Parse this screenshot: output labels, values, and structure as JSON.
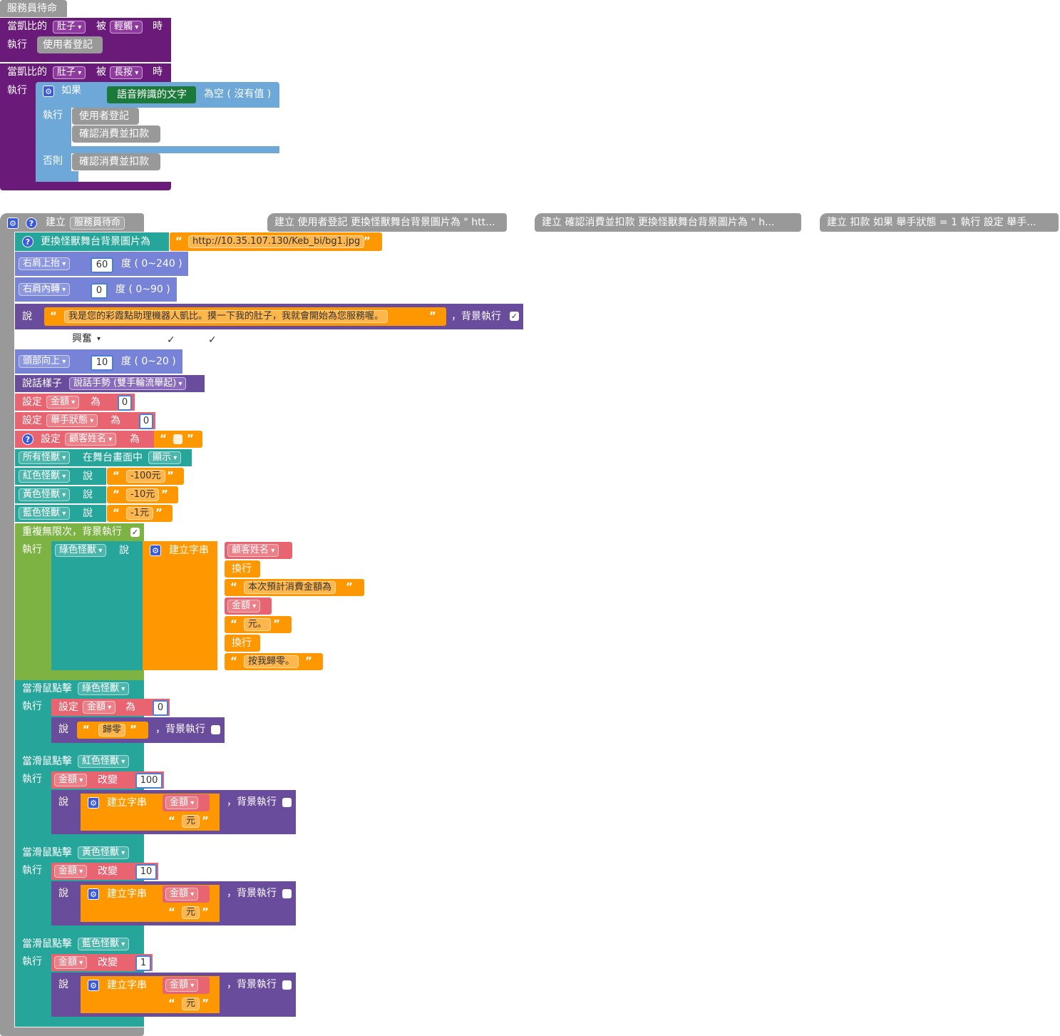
{
  "colors": {
    "event": "#6a1b7a",
    "procedure": "#999999",
    "control": "#6ea8d8",
    "text": "#ff9800",
    "voice": "#1b7a3a",
    "teal": "#26a69a",
    "servo": "#7783d6",
    "say": "#6a4c9c",
    "variable": "#e76470",
    "math": "#4a7fd6",
    "loop": "#7cb342"
  },
  "workspace": {
    "proc_label_top": "服務員待命",
    "event1": {
      "prefix": "當凱比的",
      "part": "肚子",
      "verb": "被",
      "gesture": "輕觸",
      "suffix": "時",
      "do": "執行",
      "call": "使用者登記"
    },
    "event2": {
      "prefix": "當凱比的",
      "part": "肚子",
      "verb": "被",
      "gesture": "長按",
      "suffix": "時",
      "do": "執行",
      "if_label": "如果",
      "voice_text": "語音辨識的文字",
      "is_empty": "為空 ( 沒有值 )",
      "then_label": "執行",
      "then_calls": [
        "使用者登記",
        "確認消費並扣款"
      ],
      "else_label": "否則",
      "else_call": "確認消費並扣款"
    },
    "collapsed": [
      "建立 使用者登記 更換怪獸舞台背景圖片為 \" htt...",
      "建立 確認消費並扣款 更換怪獸舞台背景圖片為 \" h...",
      "建立 扣款 如果 舉手狀態 = 1 執行 設定 舉手..."
    ],
    "procedure": {
      "define": "建立",
      "name": "服務員待命",
      "bg_label": "更換怪獸舞台背景圖片為",
      "bg_url": "http://10.35.107.130/Keb_bi/bg1.jpg",
      "servo1_joint": "右肩上抬",
      "servo1_value": "60",
      "servo1_unit": "度 ( 0~240 )",
      "servo2_joint": "右肩內轉",
      "servo2_value": "0",
      "servo2_unit": "度 ( 0~90 )",
      "say_label": "說",
      "say_text": "我是您的彩霞點助理機器人凱比。摸一下我的肚子，我就會開始為您服務喔。",
      "say_bg": "，背景執行",
      "emotion": "興奮",
      "tick1": "✓",
      "tick2": "✓",
      "servo3_joint": "頭部向上",
      "servo3_value": "10",
      "servo3_unit": "度 ( 0~20 )",
      "style_label": "說話樣子",
      "style_value": "說話手勢 (雙手輪流舉起)",
      "set1_label": "設定",
      "set1_var": "金額",
      "set1_to": "為",
      "set1_value": "0",
      "set2_label": "設定",
      "set2_var": "舉手狀態",
      "set2_to": "為",
      "set2_value": "0",
      "set3_label": "設定",
      "set3_var": "顧客姓名",
      "set3_to": "為",
      "monsters_all": "所有怪獸",
      "monsters_stage": "在舞台畫面中",
      "monsters_show": "顯示",
      "red_monster": "紅色怪獸",
      "red_say": "說",
      "red_text": "-100元",
      "yellow_monster": "黃色怪獸",
      "yellow_say": "說",
      "yellow_text": "-10元",
      "blue_monster": "藍色怪獸",
      "blue_say": "說",
      "blue_text": "-1元",
      "loop_label": "重複無限次，背景執行",
      "loop_do": "執行",
      "green_monster": "綠色怪獸",
      "green_say": "說",
      "join_label": "建立字串",
      "join_items": [
        "顧客姓名",
        "換行",
        "本次預計消費金額為",
        "金額",
        "元。",
        "換行",
        "按我歸零。"
      ],
      "click_green": {
        "label": "當滑鼠點擊",
        "monster": "綠色怪獸",
        "do": "執行",
        "set": "設定",
        "var": "金額",
        "to": "為",
        "value": "0",
        "say": "說",
        "text": "歸零",
        "bg": "，背景執行"
      },
      "click_red": {
        "label": "當滑鼠點擊",
        "monster": "紅色怪獸",
        "do": "執行",
        "var": "金額",
        "change": "改變",
        "value": "100",
        "say": "說",
        "join": "建立字串",
        "item1": "金額",
        "item2": "元",
        "bg": "，背景執行"
      },
      "click_yellow": {
        "label": "當滑鼠點擊",
        "monster": "黃色怪獸",
        "do": "執行",
        "var": "金額",
        "change": "改變",
        "value": "10",
        "say": "說",
        "join": "建立字串",
        "item1": "金額",
        "item2": "元",
        "bg": "，背景執行"
      },
      "click_blue": {
        "label": "當滑鼠點擊",
        "monster": "藍色怪獸",
        "do": "執行",
        "var": "金額",
        "change": "改變",
        "value": "1",
        "say": "說",
        "join": "建立字串",
        "item1": "金額",
        "item2": "元",
        "bg": "，背景執行"
      }
    }
  }
}
